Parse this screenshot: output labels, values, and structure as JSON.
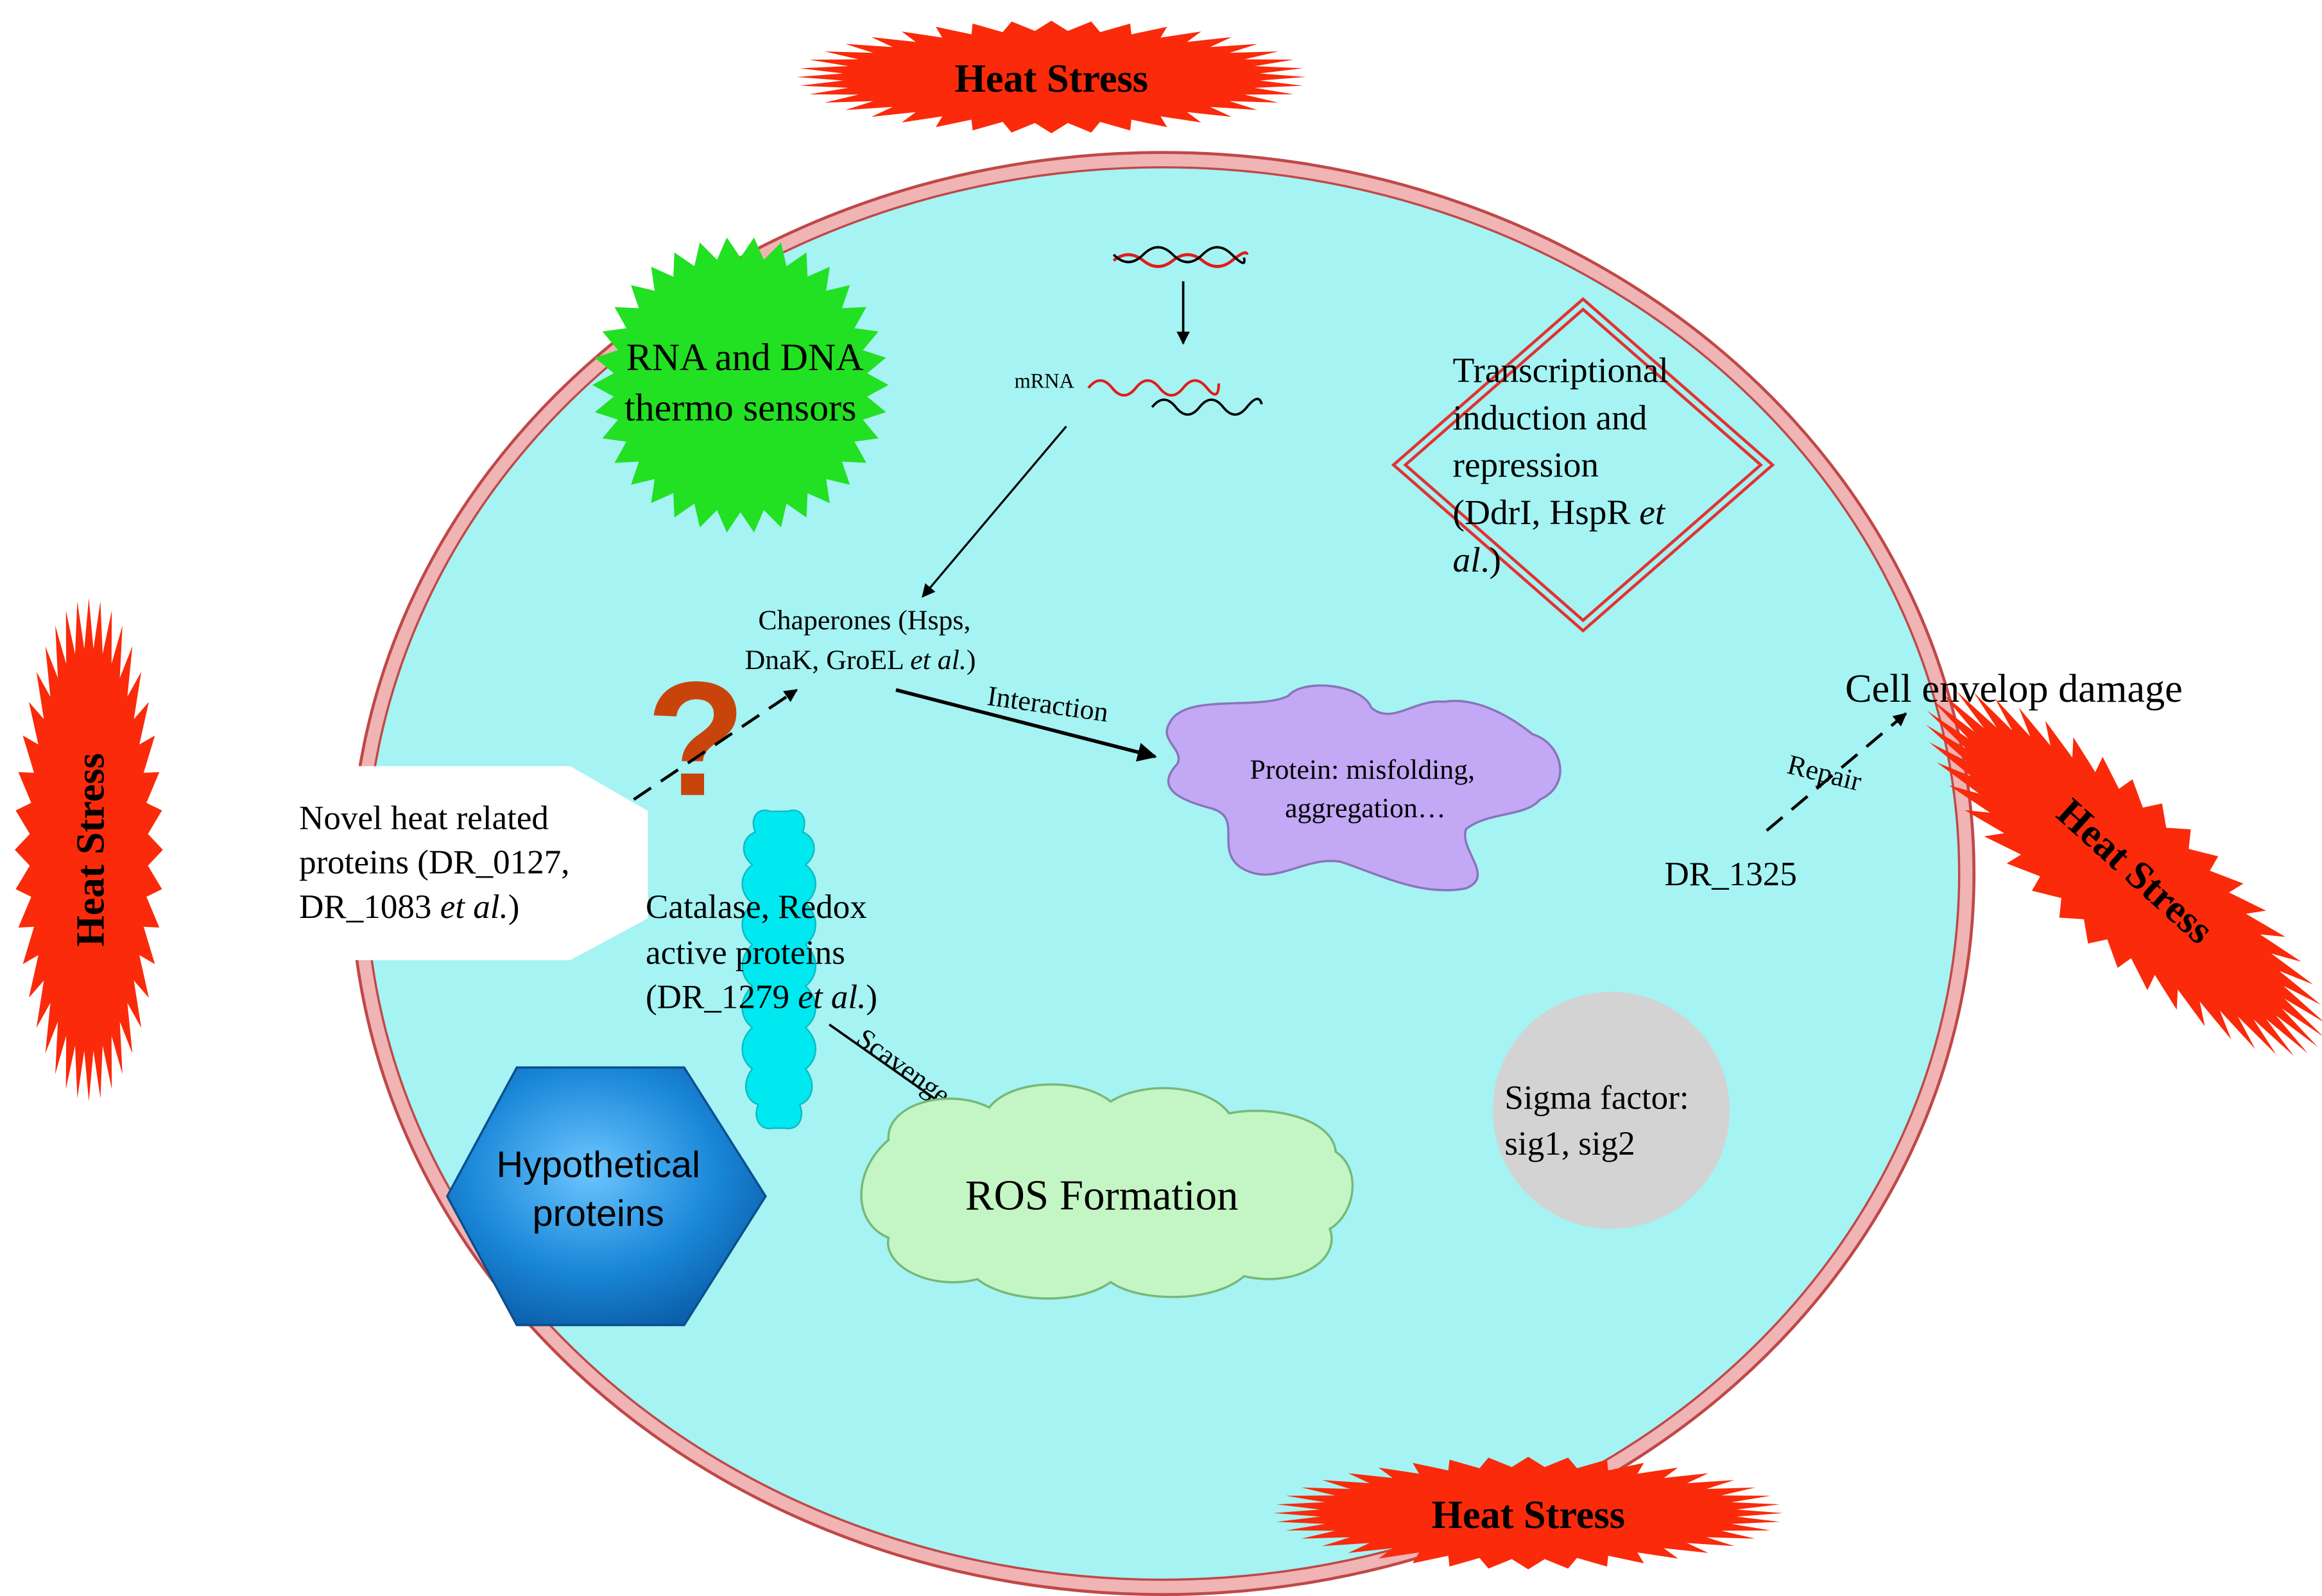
{
  "heat_stress": {
    "top": "Heat Stress",
    "bottom": "Heat Stress",
    "left": "Heat Stress",
    "right": "Heat Stress"
  },
  "sensors": {
    "line1": "RNA and DNA",
    "line2": "thermo sensors"
  },
  "mrna": {
    "label": "mRNA"
  },
  "transcription": {
    "line1": "Transcriptional",
    "line2": "induction and",
    "line3": "repression",
    "line4_pre": "(DdrI, HspR ",
    "line4_em": "et",
    "line5_em": "al",
    "line5_post": ".)"
  },
  "chaperones": {
    "line1": "Chaperones (Hsps,",
    "line2_pre": "DnaK, GroEL ",
    "line2_em": "et al.",
    "line2_post": ")"
  },
  "question": {
    "symbol": "?"
  },
  "interaction": {
    "label": "Interaction"
  },
  "misfolding": {
    "line1": "Protein: misfolding,",
    "line2": "aggregation…"
  },
  "envelope": {
    "damage": "Cell envelop damage",
    "repair": "Repair",
    "gene": "DR_1325"
  },
  "novel": {
    "line1": "Novel heat related",
    "line2": "proteins (DR_0127,",
    "line3_pre": "DR_1083 ",
    "line3_em": "et al.",
    "line3_post": ")"
  },
  "catalase": {
    "line1": "Catalase, Redox",
    "line2": "active proteins",
    "line3_pre": "(DR_1279 ",
    "line3_em": "et al.",
    "line3_post": ")"
  },
  "scavenge": {
    "label": "Scavenge"
  },
  "ros": {
    "label": "ROS Formation"
  },
  "hypothetical": {
    "line1": "Hypothetical",
    "line2": "proteins"
  },
  "sigma": {
    "line1": "Sigma factor:",
    "line2": "sig1, sig2"
  },
  "colors": {
    "cell_fill": "#a5f3f3",
    "membrane": "#f0b4b4",
    "burst": "#fa2a0a",
    "sensor": "#22e022",
    "cloud": "#c2a8f5",
    "ros": "#c4f5c4",
    "catalase": "#00e8f0",
    "sigma": "#d3d3d3",
    "hexagon": "#1a87d8",
    "question": "#c8440a",
    "diamond": "#e23232"
  }
}
